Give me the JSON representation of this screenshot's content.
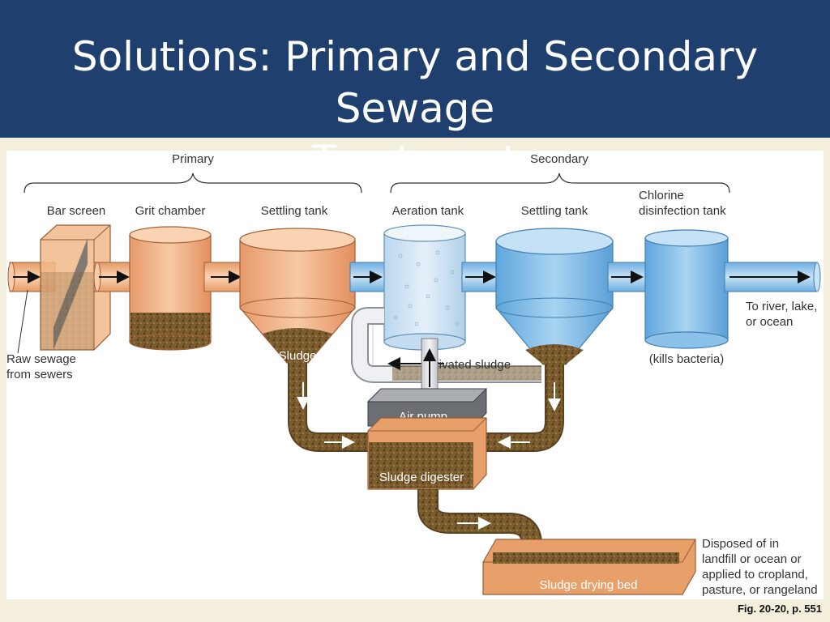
{
  "slide": {
    "title_line1": "Solutions: Primary and Secondary Sewage",
    "title_line2": "Treatment",
    "figure_ref": "Fig. 20-20, p. 551"
  },
  "colors": {
    "header": "#1f3f6e",
    "background": "#f3efdc",
    "sludge": "#6b5228",
    "primary_tank": "#f0b48a",
    "secondary_tank": "#79b8e8",
    "pipe_blue": "#8ec3e6"
  },
  "stages": {
    "primary": "Primary",
    "secondary": "Secondary"
  },
  "components": {
    "bar_screen": "Bar screen",
    "grit_chamber": "Grit chamber",
    "settling_tank_1": "Settling tank",
    "aeration_tank": "Aeration tank",
    "settling_tank_2": "Settling tank",
    "chlorine_line1": "Chlorine",
    "chlorine_line2": "disinfection tank"
  },
  "labels": {
    "raw_sewage_line1": "Raw sewage",
    "raw_sewage_line2": "from sewers",
    "to_river_line1": "To river, lake,",
    "to_river_line2": "or ocean",
    "kills_bacteria": "(kills bacteria)",
    "sludge": "Sludge",
    "activated_sludge": "Activated sludge",
    "air_pump": "Air pump",
    "sludge_digester": "Sludge digester",
    "sludge_drying_bed": "Sludge drying bed",
    "disposed_line1": "Disposed of in",
    "disposed_line2": "landfill or ocean or",
    "disposed_line3": "applied to cropland,",
    "disposed_line4": "pasture, or rangeland"
  }
}
